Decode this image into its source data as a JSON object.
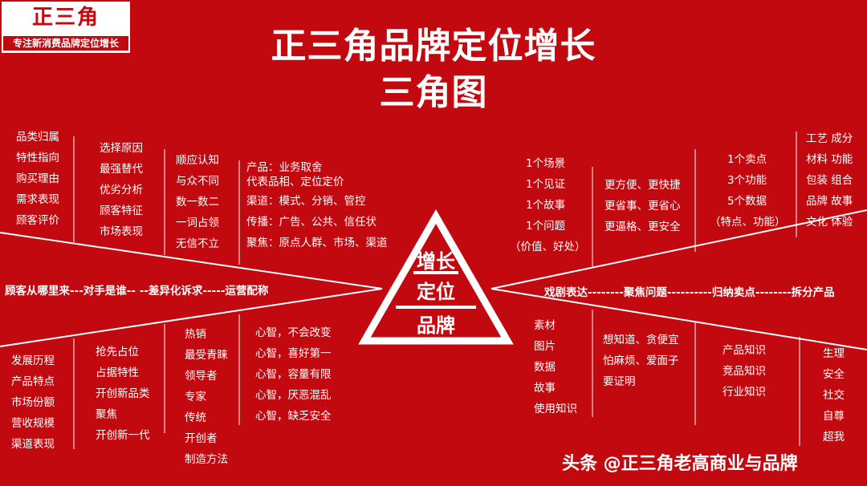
{
  "logo": {
    "name": "正三角",
    "tagline": "专注新消费品牌定位增长"
  },
  "title": {
    "line1": "正三角品牌定位增长",
    "line2": "三角图"
  },
  "left_bar": "顾客从哪里来---对手是谁-- --差异化诉求-----运营配称",
  "right_bar": "戏剧表达--------聚焦问题----------归纳卖点--------拆分产品",
  "triangle": {
    "top": "增长",
    "middle": "定位",
    "bottom": "品牌"
  },
  "upper_left": {
    "col1": [
      "品类归属",
      "特性指向",
      "购买理由",
      "需求表现",
      "顾客评价"
    ],
    "col2": [
      "选择原因",
      "最强替代",
      "优劣分析",
      "顾客特征",
      "市场表现"
    ],
    "col3": [
      "顺应认知",
      "与众不同",
      "数一数二",
      "一词占领",
      "无信不立"
    ],
    "col4": [
      "产品：业务取舍",
      "代表品相、定位定价",
      "渠道：模式、分销、管控",
      "传播：广告、公共、信任状",
      "聚焦：原点人群、市场、渠道"
    ]
  },
  "lower_left": {
    "col1": [
      "发展历程",
      "产品特点",
      "市场份额",
      "营收规模",
      "渠道表现"
    ],
    "col2": [
      "抢先占位",
      "占据特性",
      "开创新品类",
      "聚焦",
      "开创新一代"
    ],
    "col3": [
      "热销",
      "最受青睐",
      "领导者",
      "专家",
      "传统",
      "开创者",
      "制造方法"
    ],
    "col4": [
      "心智，不会改变",
      "心智，喜好第一",
      "心智，容量有限",
      "心智，厌恶混乱",
      "心智，缺乏安全"
    ]
  },
  "upper_right": {
    "col1": [
      "1个场景",
      "1个见证",
      "1个故事",
      "1个问题",
      "（价值、好处）"
    ],
    "col2": [
      "更方便、更快捷",
      "更省事、更省心",
      "更逼格、更安全"
    ],
    "col3": [
      "1个卖点",
      "3个功能",
      "5个数据",
      "（特点、功能）"
    ],
    "col4": [
      "工艺  成分",
      "材料  功能",
      "包装  组合",
      "品牌  故事",
      "文化  体验"
    ]
  },
  "lower_right": {
    "col1": [
      "素材",
      "图片",
      "数据",
      "故事",
      "使用知识"
    ],
    "col2": [
      "想知道、贪便宜",
      "怕麻烦、爱面子",
      "要证明"
    ],
    "col3": [
      "产品知识",
      "竞品知识",
      "行业知识"
    ],
    "col4": [
      "生理",
      "安全",
      "社交",
      "自尊",
      "超我"
    ]
  },
  "watermark": "头条 @正三角老高商业与品牌",
  "colors": {
    "background": "#c2090f",
    "text": "#ffffff"
  }
}
